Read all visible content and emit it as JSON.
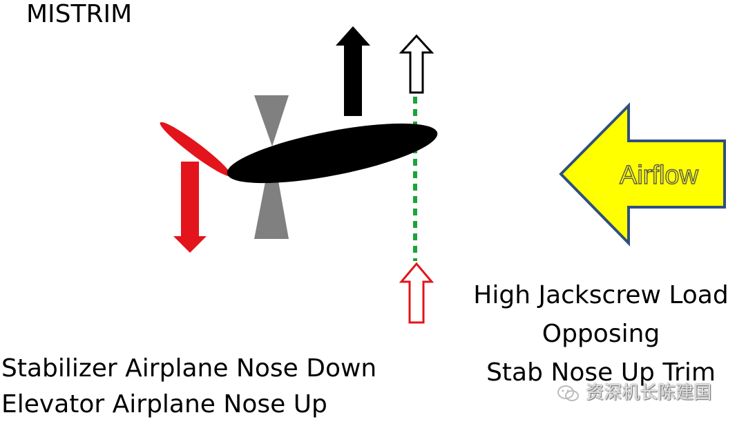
{
  "title": "MISTRIM",
  "airflow_label": "Airflow",
  "jackscrew": {
    "line1": "High Jackscrew Load",
    "line2": "Opposing",
    "line3": "Stab Nose Up Trim"
  },
  "caption": {
    "line1": "Stabilizer Airplane Nose Down",
    "line2": "Elevator Airplane Nose Up"
  },
  "watermark": "资深机长陈建国",
  "colors": {
    "stabilizer": "#000000",
    "elevator": "#e3141b",
    "pivot": "#808080",
    "cp_line": "#1aa53a",
    "airflow_fill": "#ffff00",
    "airflow_stroke": "#2f4f7f"
  },
  "icons": [
    "wechat-icon"
  ]
}
